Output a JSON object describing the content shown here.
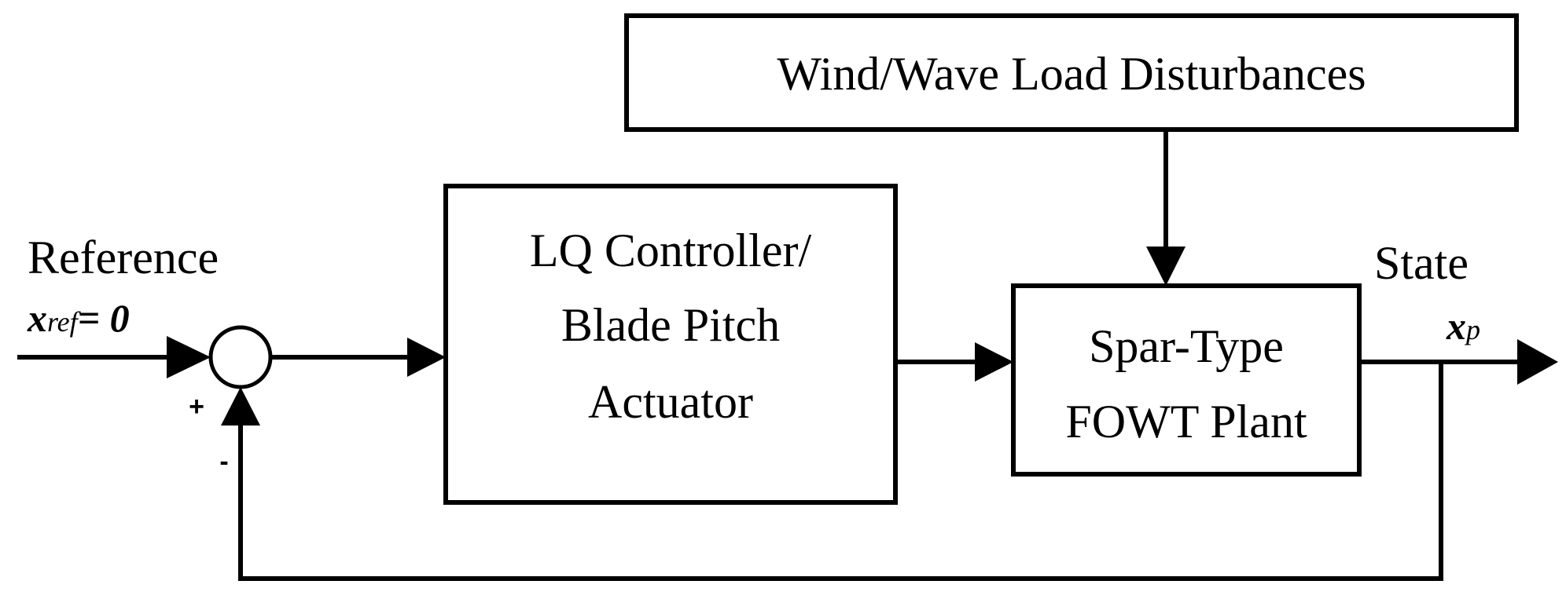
{
  "disturbance_block": {
    "label": "Wind/Wave Load Disturbances"
  },
  "controller_block": {
    "lines": [
      "LQ Controller/",
      "Blade Pitch",
      "Actuator"
    ]
  },
  "plant_block": {
    "lines": [
      "Spar-Type",
      "FOWT Plant"
    ]
  },
  "reference": {
    "title": "Reference",
    "symbol": "x",
    "subscript": "ref",
    "equals": "= 0"
  },
  "output": {
    "title": "State",
    "symbol": "x",
    "subscript": "p"
  },
  "summing_junction": {
    "plus_sign": "+",
    "minus_sign": "-"
  }
}
